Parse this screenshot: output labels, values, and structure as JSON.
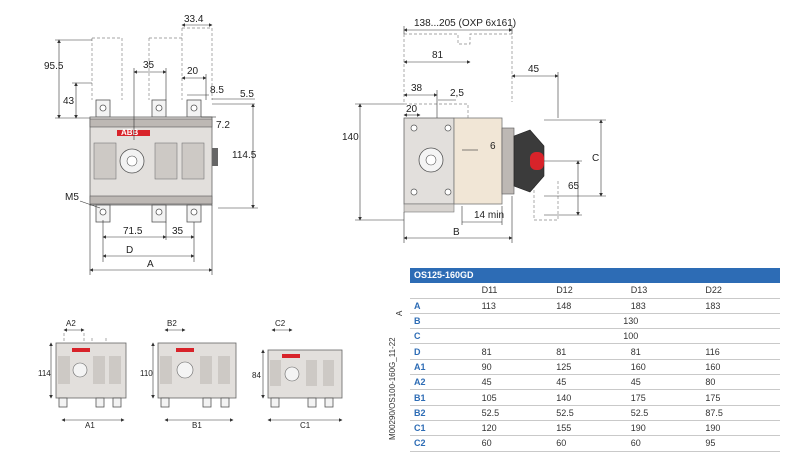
{
  "front_view": {
    "dims": {
      "d33_4": "33.4",
      "d95_5": "95.5",
      "d43": "43",
      "d35_top": "35",
      "d20": "20",
      "d8_5": "8.5",
      "d5_5": "5.5",
      "d7_2": "7.2",
      "d114_5": "114.5",
      "m5": "M5",
      "d71_5": "71.5",
      "d35_bot": "35",
      "d_D": "D",
      "d_A": "A"
    },
    "logo": "ABB"
  },
  "side_view": {
    "dims": {
      "d138": "138...205 (OXP 6x161)",
      "d81": "81",
      "d45": "45",
      "d38": "38",
      "d2_5": "2,5",
      "d20": "20",
      "d140": "140",
      "d6": "6",
      "d_C": "C",
      "d65": "65",
      "d14min": "14 min",
      "d_B": "B"
    }
  },
  "small_views": [
    {
      "top": "A2",
      "left": "114",
      "bottom": "A1"
    },
    {
      "top": "B2",
      "left": "110",
      "bottom": "B1"
    },
    {
      "top": "C2",
      "left": "84",
      "bottom": "C1"
    }
  ],
  "table": {
    "title": "OS125-160GD",
    "side_label": "A",
    "columns": [
      "D11",
      "D12",
      "D13",
      "D22"
    ],
    "rows": [
      {
        "label": "A",
        "values": [
          "113",
          "148",
          "183",
          "183"
        ]
      },
      {
        "label": "B",
        "merged": "130"
      },
      {
        "label": "C",
        "merged": "100"
      },
      {
        "label": "D",
        "values": [
          "81",
          "81",
          "81",
          "116"
        ]
      },
      {
        "label": "A1",
        "values": [
          "90",
          "125",
          "160",
          "160"
        ]
      },
      {
        "label": "A2",
        "values": [
          "45",
          "45",
          "45",
          "80"
        ]
      },
      {
        "label": "B1",
        "values": [
          "105",
          "140",
          "175",
          "175"
        ]
      },
      {
        "label": "B2",
        "values": [
          "52.5",
          "52.5",
          "52.5",
          "87.5"
        ]
      },
      {
        "label": "C1",
        "values": [
          "120",
          "155",
          "190",
          "190"
        ]
      },
      {
        "label": "C2",
        "values": [
          "60",
          "60",
          "60",
          "95"
        ]
      }
    ]
  },
  "doc_code": "M00290/OS100-160G_11-22"
}
